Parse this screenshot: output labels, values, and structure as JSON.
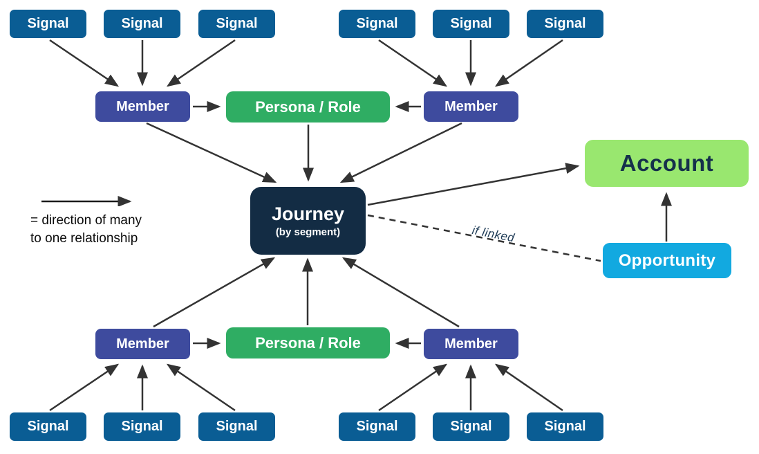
{
  "legend": {
    "line1": "= direction of many",
    "line2": "to one relationship"
  },
  "edge_label": "if linked",
  "labels": {
    "signal": "Signal",
    "member": "Member",
    "persona": "Persona / Role",
    "journey": "Journey",
    "journey_sub": "(by segment)",
    "account": "Account",
    "opportunity": "Opportunity"
  },
  "colors": {
    "signal": "#0a5d94",
    "member": "#3e4b9e",
    "persona": "#2fad63",
    "journey": "#132c44",
    "account": "#99e76f",
    "account_text": "#15304b",
    "opportunity": "#12a9e0",
    "arrow": "#333333",
    "edge_label": "#1d3a55"
  }
}
